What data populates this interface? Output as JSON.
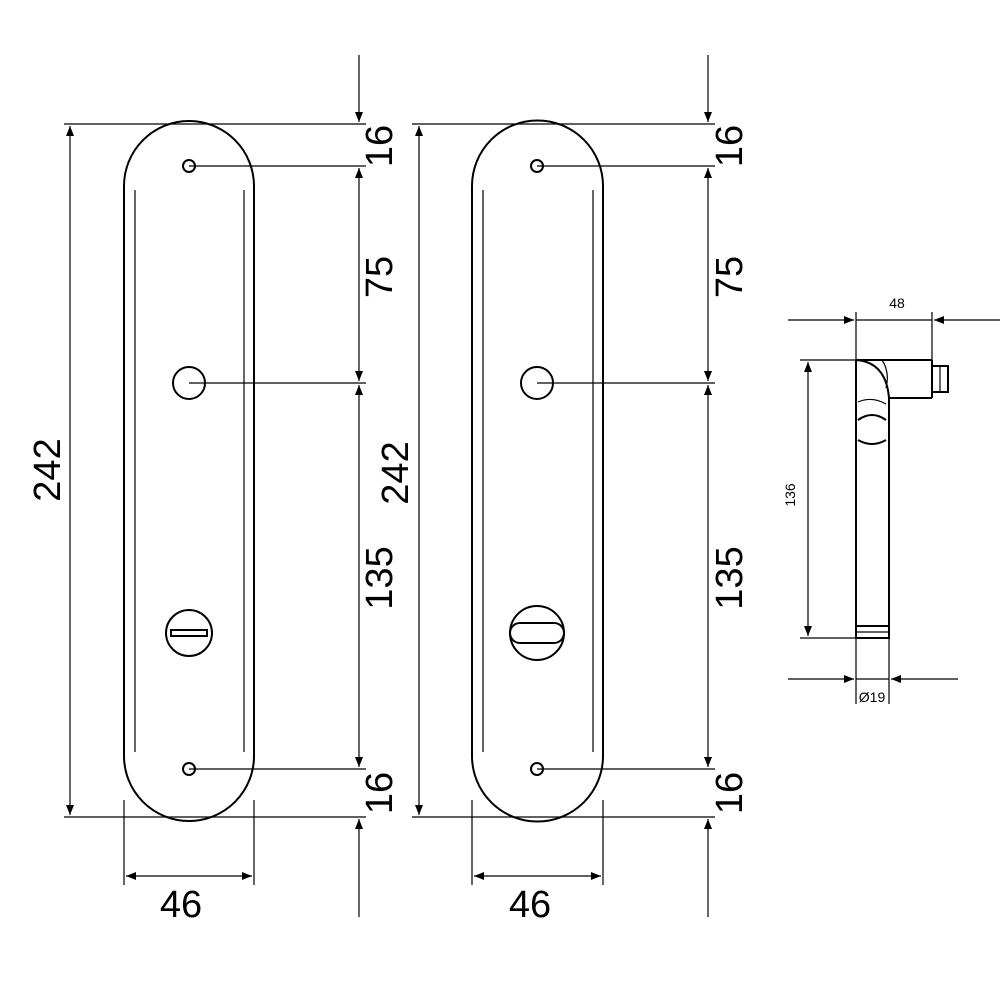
{
  "plate_left": {
    "height": "242",
    "width": "46",
    "top_offset": "16",
    "to_spindle": "75",
    "spindle_to_privacy": "135",
    "bottom_offset": "16"
  },
  "plate_right": {
    "height": "242",
    "width": "46",
    "top_offset": "16",
    "to_spindle": "75",
    "spindle_to_privacy": "135",
    "bottom_offset": "16"
  },
  "handle_side": {
    "projection": "48",
    "length": "136",
    "diameter": "Ø19"
  }
}
